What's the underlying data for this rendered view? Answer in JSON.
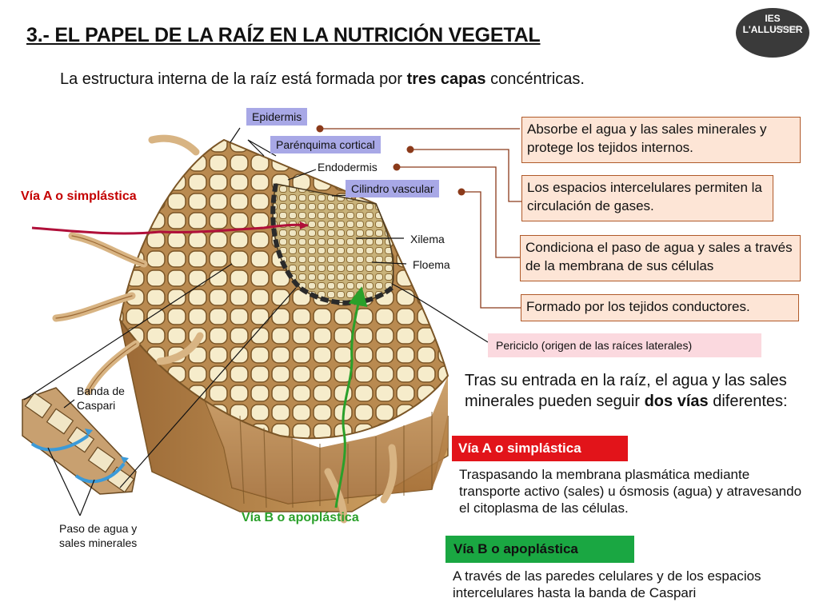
{
  "title": "3.- EL PAPEL DE LA RAÍZ EN LA NUTRICIÓN VEGETAL",
  "intro": {
    "before": "La estructura interna de la raíz está formada por ",
    "bold": "tres capas",
    "after": " concéntricas."
  },
  "logo": {
    "text": "IES L'ALLUSSER",
    "subtext": "Mutxamel"
  },
  "labels": {
    "epidermis": "Epidermis",
    "parenquima": "Parénquima cortical",
    "endodermis": "Endodermis",
    "cilindro": "Cilindro vascular",
    "xilema": "Xilema",
    "floema": "Floema",
    "periciclo": "Periciclo (origen de las raíces laterales)",
    "via_a_diagram": "Vía A o simplástica",
    "via_b_diagram": "Vía B o apoplástica",
    "banda_line1": "Banda de",
    "banda_line2": "Caspari",
    "paso_line1": "Paso de agua y",
    "paso_line2": "sales minerales"
  },
  "descriptions": {
    "epidermis": "Absorbe el agua y las sales minerales y protege los tejidos internos.",
    "parenquima": "Los espacios intercelulares permiten la circulación de gases.",
    "endodermis": "Condiciona el paso de agua y sales a través de la membrana de sus células",
    "cilindro": "Formado por los tejidos conductores."
  },
  "pathways": {
    "intro_before": "Tras su entrada en la raíz, el agua y las sales minerales pueden seguir ",
    "intro_bold": "dos vías",
    "intro_after": " diferentes:",
    "via_a_title": "Vía A o simplástica",
    "via_a_desc": "Traspasando la membrana plasmática mediante transporte activo (sales) u ósmosis (agua) y atravesando el citoplasma de las células.",
    "via_b_title": "Vía B o apoplástica",
    "via_b_desc": "A través de las paredes celulares y de los espacios intercelulares hasta la banda de Caspari"
  },
  "colors": {
    "label_box": "#a8a8e6",
    "desc_box": "#fde5d6",
    "desc_border": "#b05a2a",
    "via_a": "#e2141a",
    "via_b": "#1aa742",
    "periciclo_box": "#fbd9df"
  }
}
